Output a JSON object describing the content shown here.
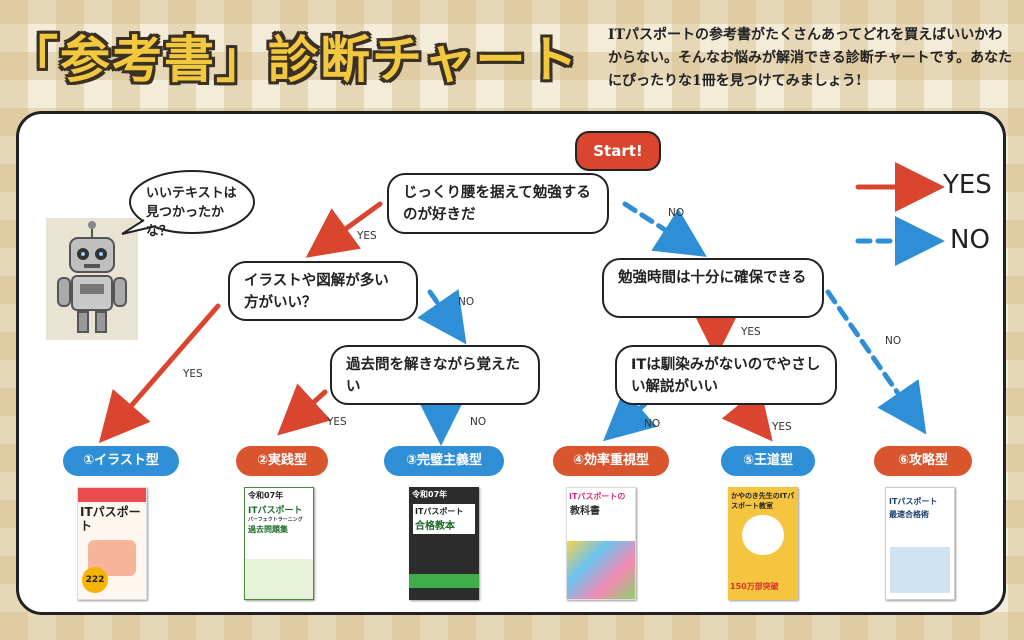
{
  "title": "「参考書」診断チャート",
  "intro": "ITパスポートの参考書がたくさんあってどれを買えばいいかわからない。そんなお悩みが解消できる診断チャートです。あなたにぴったりな1冊を見つけてみましょう!",
  "start_label": "Start!",
  "bubble_text": "いいテキストは見つかったかな？",
  "legend": {
    "yes": "YES",
    "no": "NO"
  },
  "questions": {
    "q1": "じっくり腰を据えて勉強するのが好きだ",
    "q2": "イラストや図解が多い方がいい？",
    "q3": "過去問を解きながら覚えたい",
    "q4": "勉強時間は十分に確保できる",
    "q5": "ITは馴染みがないのでやさしい解説がいい"
  },
  "edge_labels": {
    "q1_yes": "YES",
    "q1_no": "NO",
    "q2_yes": "YES",
    "q2_no": "NO",
    "q3_yes": "YES",
    "q3_no": "NO",
    "q4_yes": "YES",
    "q4_no": "NO",
    "q5_yes": "YES",
    "q5_no": "NO"
  },
  "types": [
    {
      "label": "①イラスト型",
      "color": "#2f8fd6"
    },
    {
      "label": "②実践型",
      "color": "#d9552e"
    },
    {
      "label": "③完璧主義型",
      "color": "#2f8fd6"
    },
    {
      "label": "④効率重視型",
      "color": "#d9552e"
    },
    {
      "label": "⑤王道型",
      "color": "#2f8fd6"
    },
    {
      "label": "⑥攻略型",
      "color": "#d9552e"
    }
  ],
  "books": {
    "b1": {
      "title": "ITパスポート",
      "badge": "222"
    },
    "b2": {
      "year": "令和07年",
      "title": "ITパスポート",
      "sub": "パーフェクトラーニング",
      "sub2": "過去問題集"
    },
    "b3": {
      "year": "令和07年",
      "title": "ITパスポート",
      "sub": "合格教本"
    },
    "b4": {
      "title": "ITパスポートの",
      "sub": "教科書"
    },
    "b5": {
      "title": "かやのき先生のITパスポート教室",
      "badge": "150万部突破"
    },
    "b6": {
      "title": "ITパスポート",
      "sub": "最速合格術"
    }
  },
  "colors": {
    "yes_arrow": "#d9452e",
    "no_arrow": "#2f8fd6",
    "title_fill": "#f2c93e"
  }
}
